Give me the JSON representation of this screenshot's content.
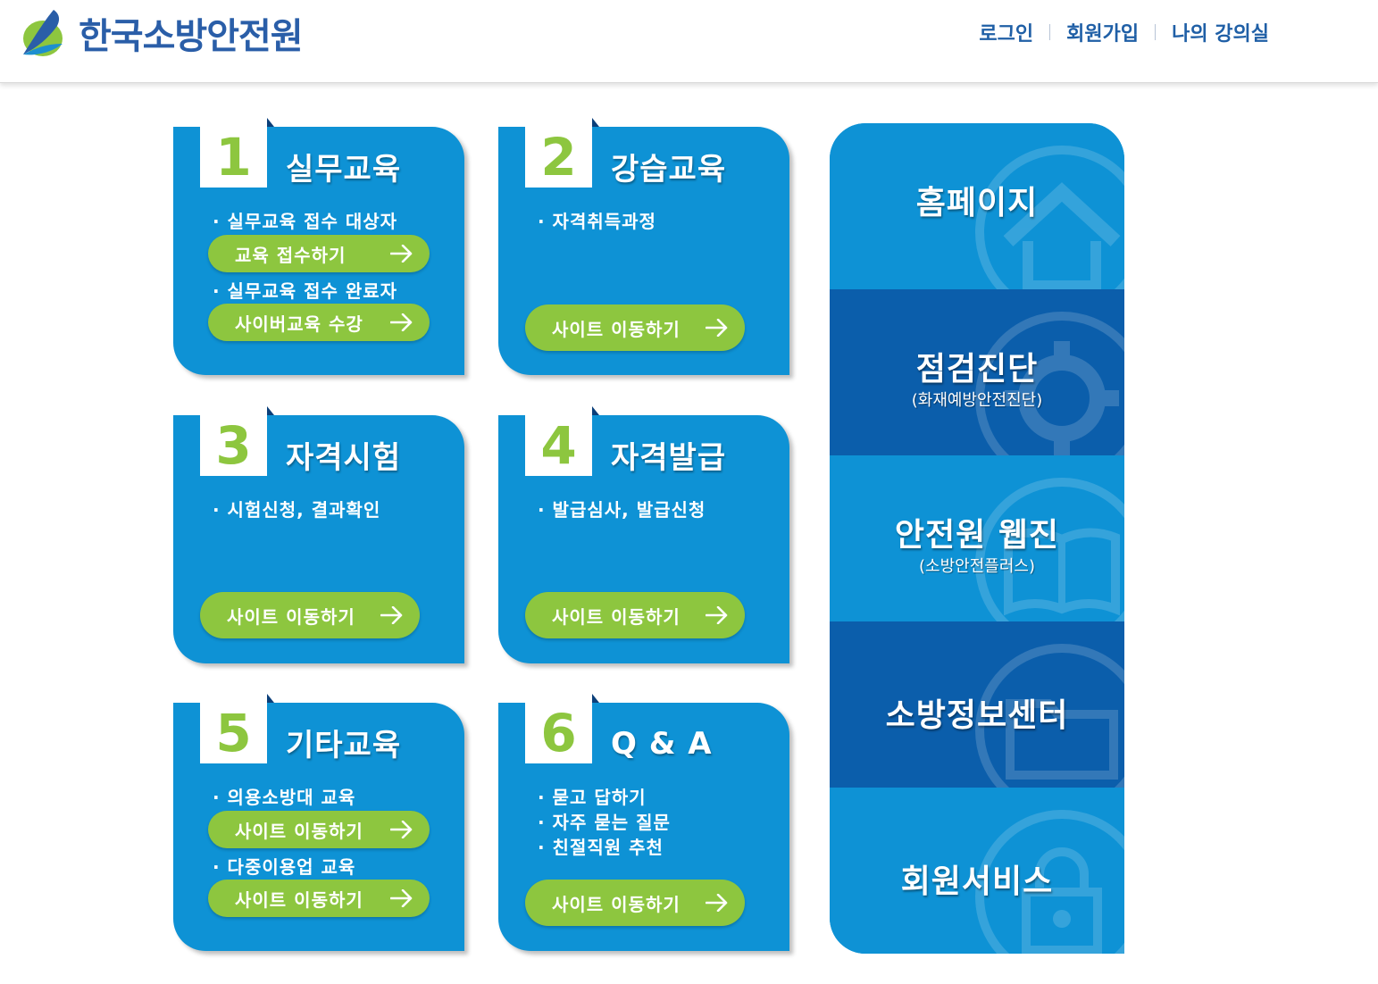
{
  "header": {
    "logo_text": "한국소방안전원",
    "links": [
      "로그인",
      "회원가입",
      "나의 강의실"
    ]
  },
  "cards": [
    {
      "number": "1",
      "title": "실무교육",
      "items": [
        {
          "text": "·  실무교육 접수 대상자",
          "button": "교육 접수하기"
        },
        {
          "text": "·  실무교육 접수 완료자",
          "button": "사이버교육 수강"
        }
      ]
    },
    {
      "number": "2",
      "title": "강습교육",
      "lines": [
        "· 자격취득과정"
      ],
      "button": "사이트 이동하기"
    },
    {
      "number": "3",
      "title": "자격시험",
      "lines": [
        "· 시험신청, 결과확인"
      ],
      "button": "사이트 이동하기"
    },
    {
      "number": "4",
      "title": "자격발급",
      "lines": [
        "· 발급심사, 발급신청"
      ],
      "button": "사이트 이동하기"
    },
    {
      "number": "5",
      "title": "기타교육",
      "items": [
        {
          "text": "·  의용소방대 교육",
          "button": "사이트 이동하기"
        },
        {
          "text": "·  다중이용업 교육",
          "button": "사이트 이동하기"
        }
      ]
    },
    {
      "number": "6",
      "title": "Q & A",
      "lines": [
        "· 묻고 답하기",
        "· 자주 묻는 질문",
        "· 친절직원 추천"
      ],
      "button": "사이트 이동하기"
    }
  ],
  "side": [
    {
      "title": "홈페이지",
      "sub": "",
      "icon": "home-icon"
    },
    {
      "title": "점검진단",
      "sub": "(화재예방안전진단)",
      "icon": "gear-icon"
    },
    {
      "title": "안전원 웹진",
      "sub": "(소방안전플러스)",
      "icon": "book-icon"
    },
    {
      "title": "소방정보센터",
      "sub": "",
      "icon": "folder-icon"
    },
    {
      "title": "회원서비스",
      "sub": "",
      "icon": "lock-icon"
    }
  ],
  "colors": {
    "card_blue": "#0e92d5",
    "dark_blue": "#0b5eab",
    "green": "#8dc63f",
    "link_blue": "#1f5fa6"
  }
}
